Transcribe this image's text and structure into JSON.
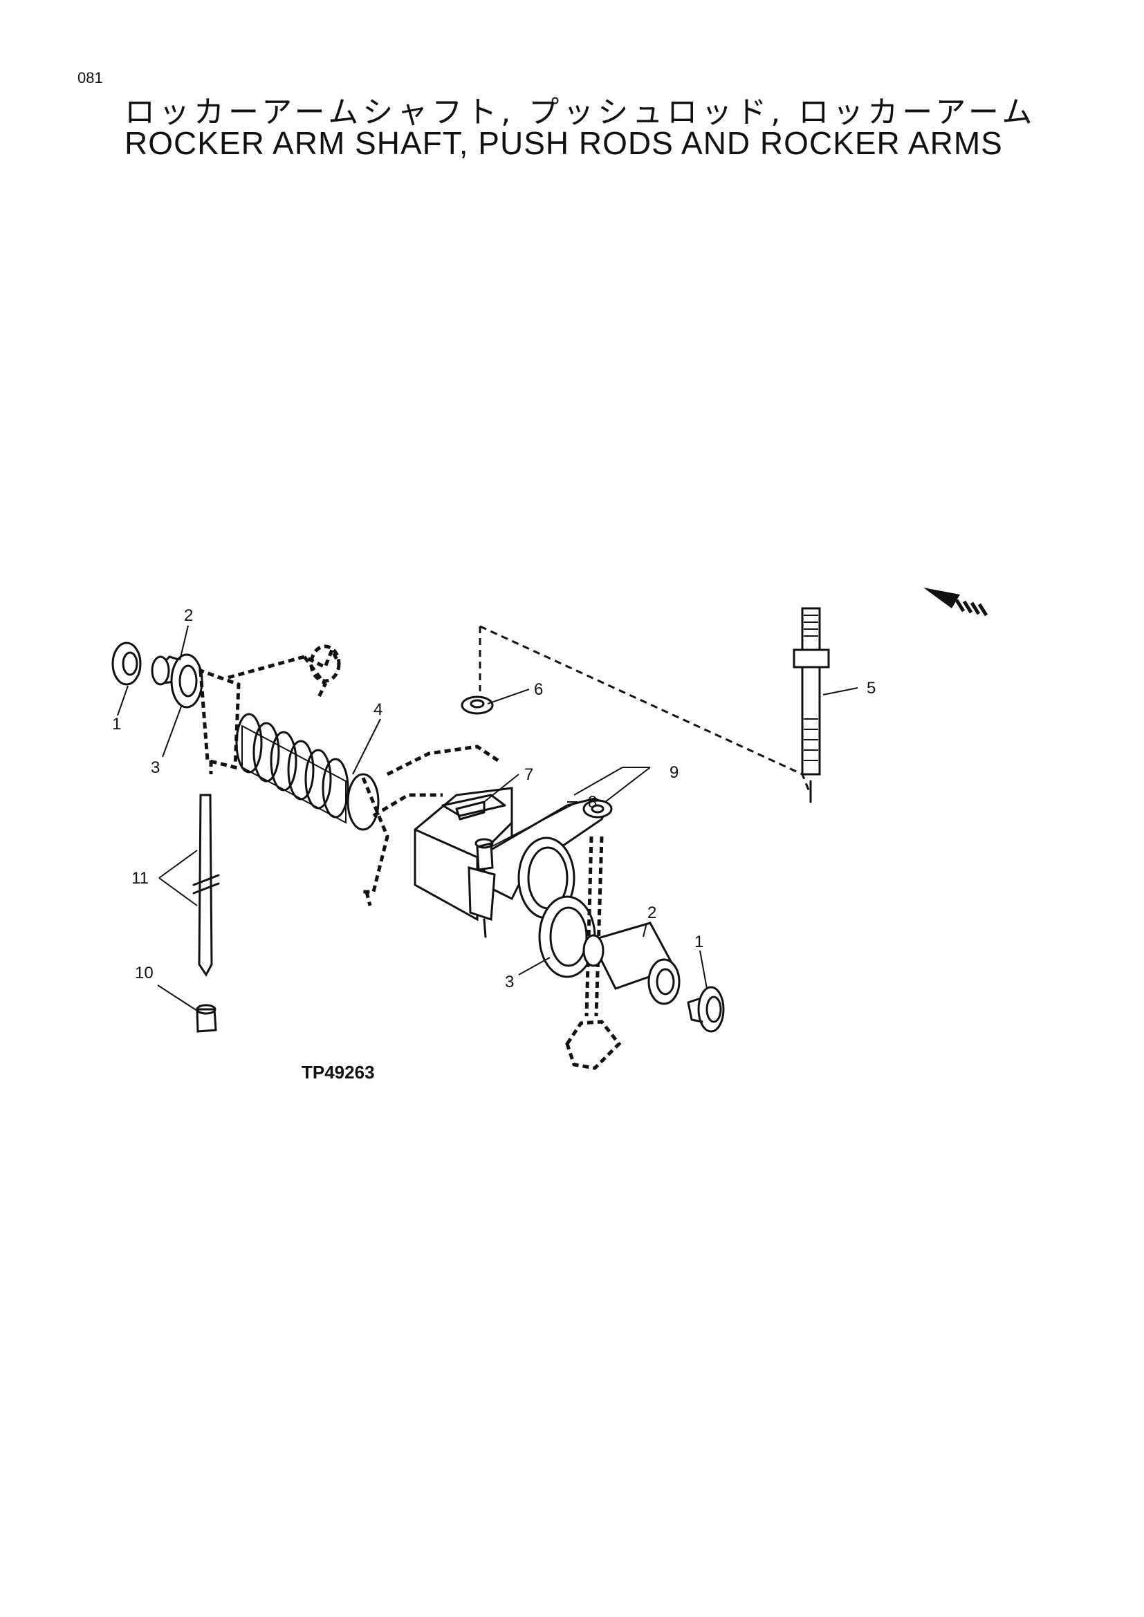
{
  "page": {
    "number": "081"
  },
  "title": {
    "japanese": "ロッカーアームシャフト, プッシュロッド, ロッカーアーム",
    "english": "ROCKER ARM SHAFT, PUSH RODS AND ROCKER ARMS"
  },
  "figure": {
    "code": "TP49263"
  },
  "callouts": {
    "c1_left": "1",
    "c2_left": "2",
    "c3_left": "3",
    "c4": "4",
    "c5": "5",
    "c6": "6",
    "c7": "7",
    "c8": "8",
    "c9": "9",
    "c10": "10",
    "c11": "11",
    "c1_right": "1",
    "c2_right": "2",
    "c3_right": "3"
  }
}
